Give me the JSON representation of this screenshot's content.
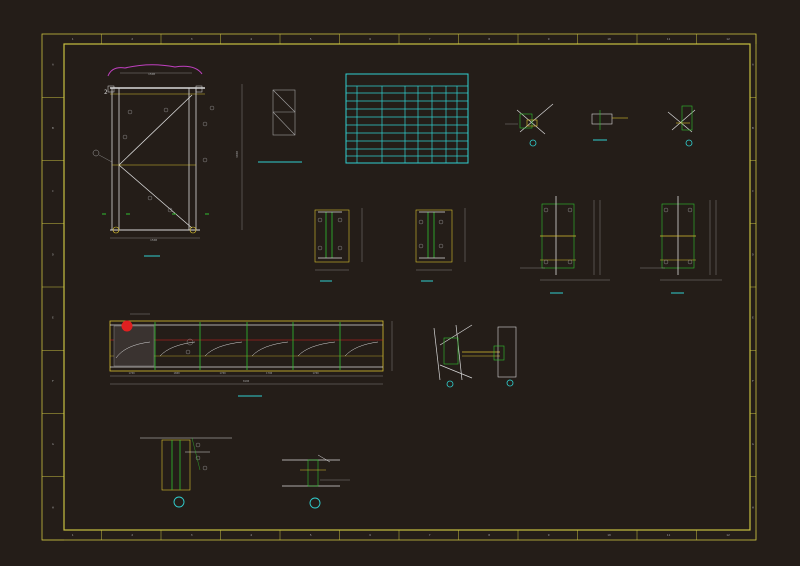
{
  "drawing": {
    "colors": {
      "background": "#241d18",
      "frame_yellow": "#c8c040",
      "line_white": "#d8d8d8",
      "dim_gray": "#a0a0a0",
      "cyan": "#30d0d0",
      "green": "#30c030",
      "red": "#e02020",
      "magenta": "#c040c0",
      "yellow_line": "#d8c030"
    },
    "grid_top": [
      "1",
      "2",
      "3",
      "4",
      "5",
      "6",
      "7",
      "8",
      "9",
      "10",
      "11",
      "12"
    ],
    "grid_side": [
      "A",
      "B",
      "C",
      "D",
      "E",
      "F",
      "G",
      "H"
    ],
    "frame_elevation": {
      "bay_dim": "1500",
      "height_dim": "3000",
      "base_dim": "1500",
      "label_left": "2"
    },
    "beam_elevation": {
      "segment_dims": [
        "1700",
        "1800",
        "1700",
        "1700",
        "1700"
      ],
      "total_dim": "8100"
    }
  }
}
